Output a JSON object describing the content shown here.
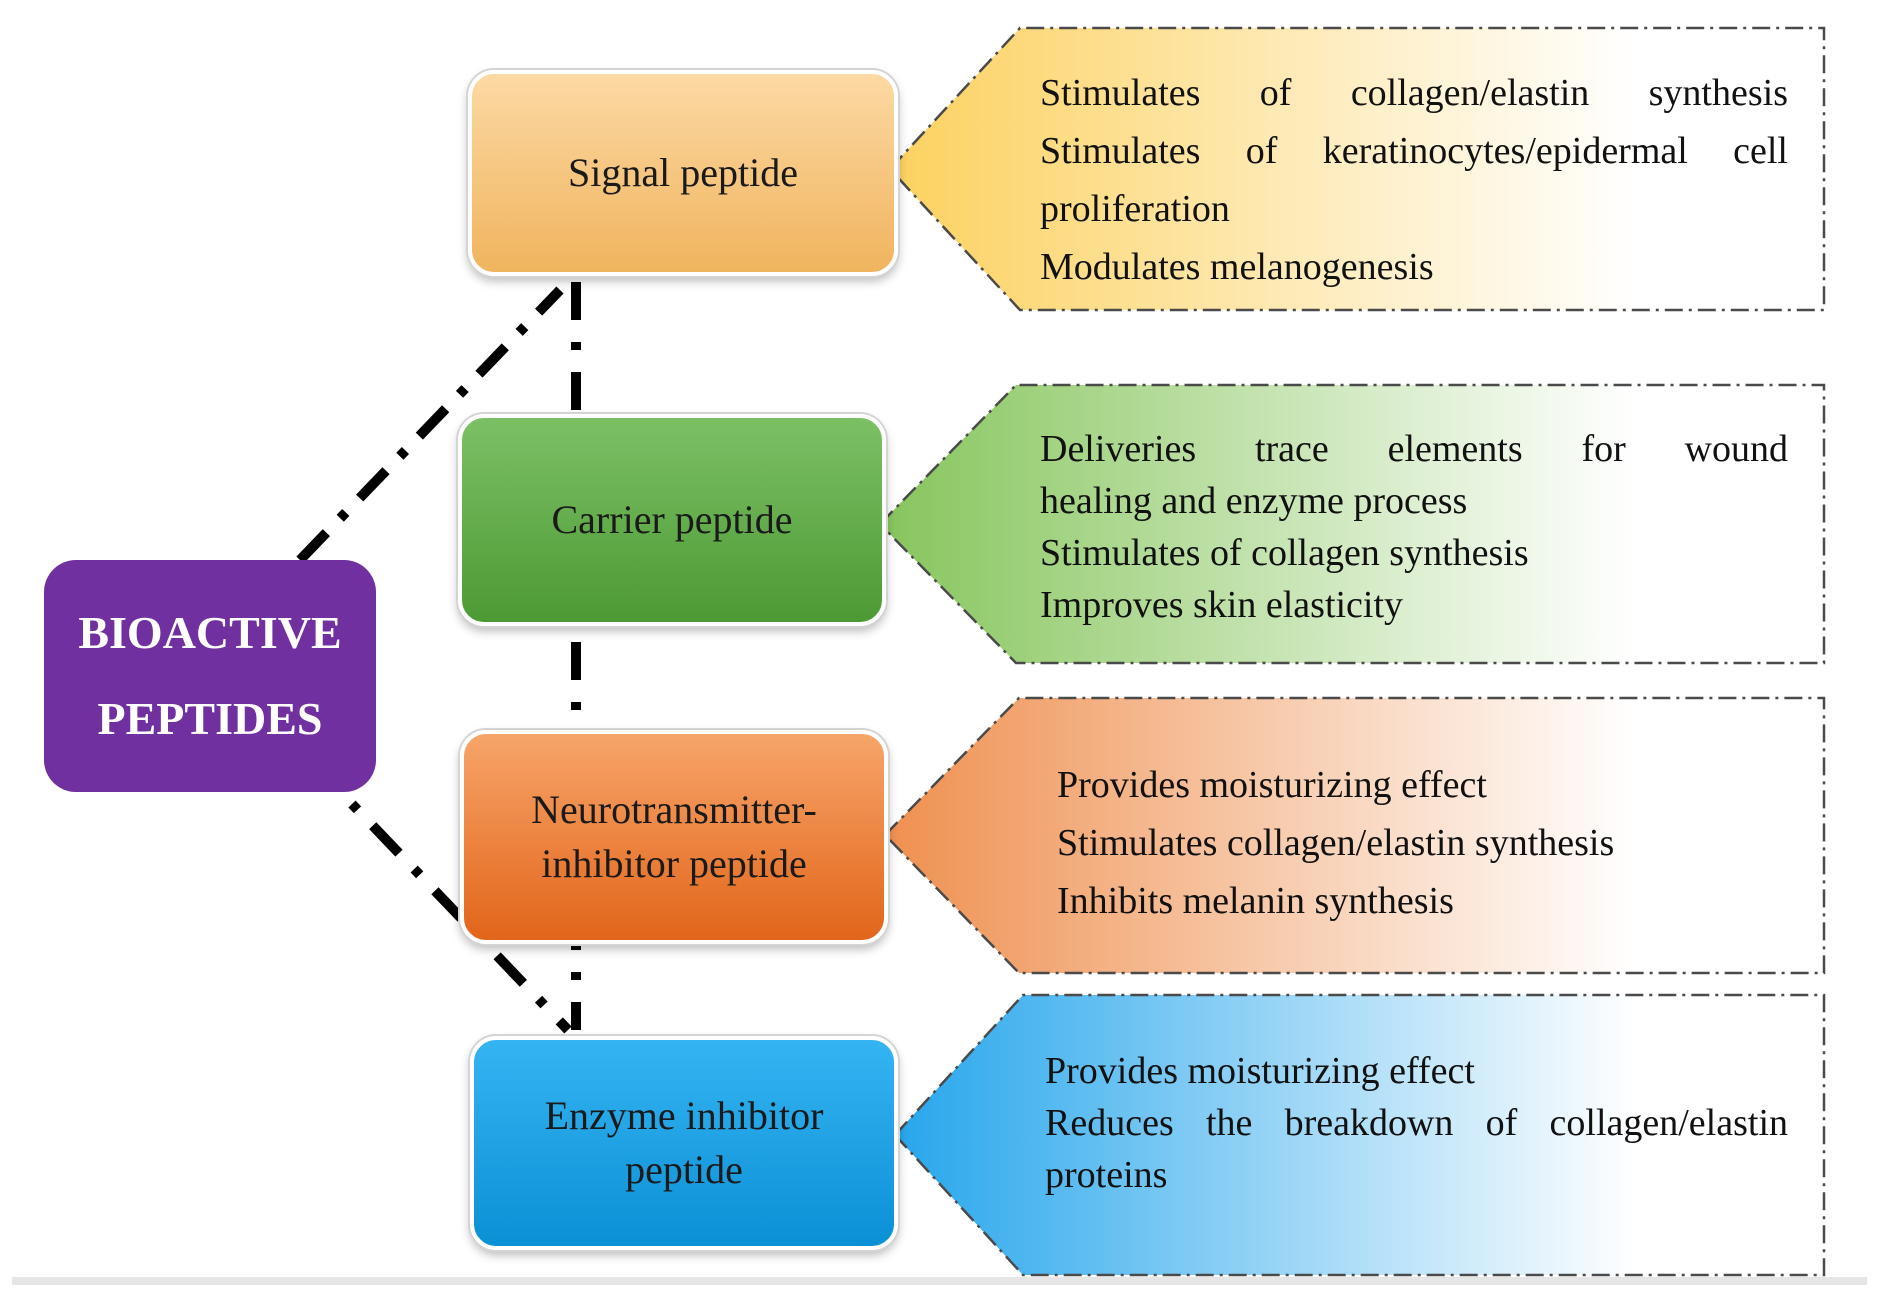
{
  "root": {
    "label_lines": [
      "BIOACTIVE",
      "PEPTIDES"
    ],
    "color": "#7030a0"
  },
  "peptides": [
    {
      "name_lines": [
        "Signal peptide"
      ],
      "fill_top": "#fcd9a4",
      "fill_bottom": "#f0b45e",
      "callout_color": "#fcd15f",
      "effects": [
        "Stimulates of collagen/elastin synthesis",
        "Stimulates of keratinocytes/epidermal cell",
        "proliferation",
        "Modulates melanogenesis"
      ]
    },
    {
      "name_lines": [
        "Carrier peptide"
      ],
      "fill_top": "#7cc066",
      "fill_bottom": "#4d9a34",
      "callout_color": "#86c55c",
      "effects": [
        "Deliveries trace elements for wound",
        "healing and enzyme process",
        "Stimulates of collagen synthesis",
        "Improves skin elasticity"
      ]
    },
    {
      "name_lines": [
        "Neurotransmitter-",
        "inhibitor peptide"
      ],
      "fill_top": "#f7a56a",
      "fill_bottom": "#e2651a",
      "callout_color": "#ef9050",
      "effects": [
        "Provides moisturizing effect",
        "Stimulates collagen/elastin synthesis",
        "Inhibits melanin synthesis"
      ]
    },
    {
      "name_lines": [
        "Enzyme inhibitor",
        "peptide"
      ],
      "fill_top": "#35b4f2",
      "fill_bottom": "#0b90d6",
      "callout_color": "#27a6ec",
      "effects": [
        "Provides moisturizing effect",
        "Reduces the breakdown of collagen/elastin",
        "proteins"
      ]
    }
  ]
}
